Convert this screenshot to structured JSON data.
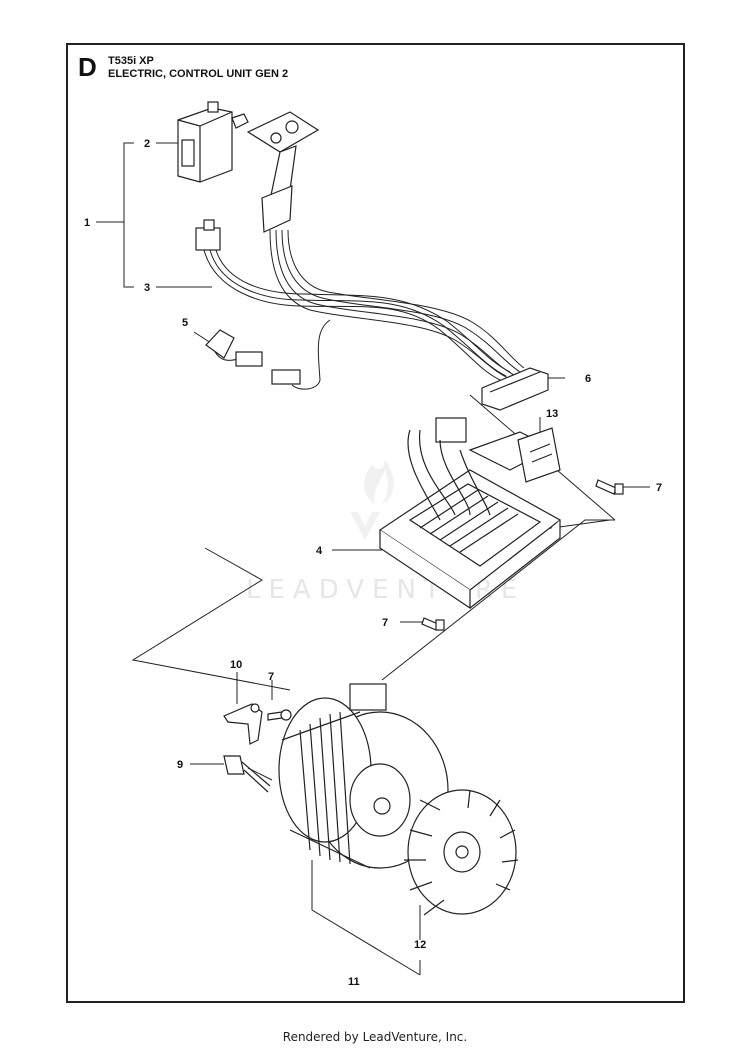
{
  "header": {
    "section_letter": "D",
    "model": "T535i XP",
    "title": "ELECTRIC, CONTROL UNIT GEN 2"
  },
  "callouts": [
    "1",
    "2",
    "3",
    "4",
    "5",
    "6",
    "7",
    "7",
    "7",
    "9",
    "10",
    "11",
    "12",
    "13"
  ],
  "watermark": "LEADVENTURE",
  "footer": "Rendered by LeadVenture, Inc.",
  "icons": {
    "watermark_logo": "flame-logo-icon"
  }
}
